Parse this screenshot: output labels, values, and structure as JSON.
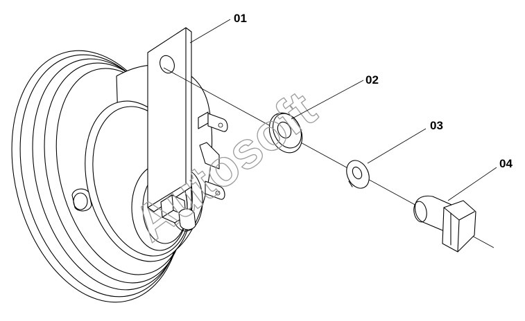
{
  "diagram": {
    "parts": [
      {
        "number": "01",
        "name": "horn"
      },
      {
        "number": "02",
        "name": "flat washer"
      },
      {
        "number": "03",
        "name": "spring washer"
      },
      {
        "number": "04",
        "name": "bolt"
      }
    ],
    "watermark": "Autosoft"
  }
}
